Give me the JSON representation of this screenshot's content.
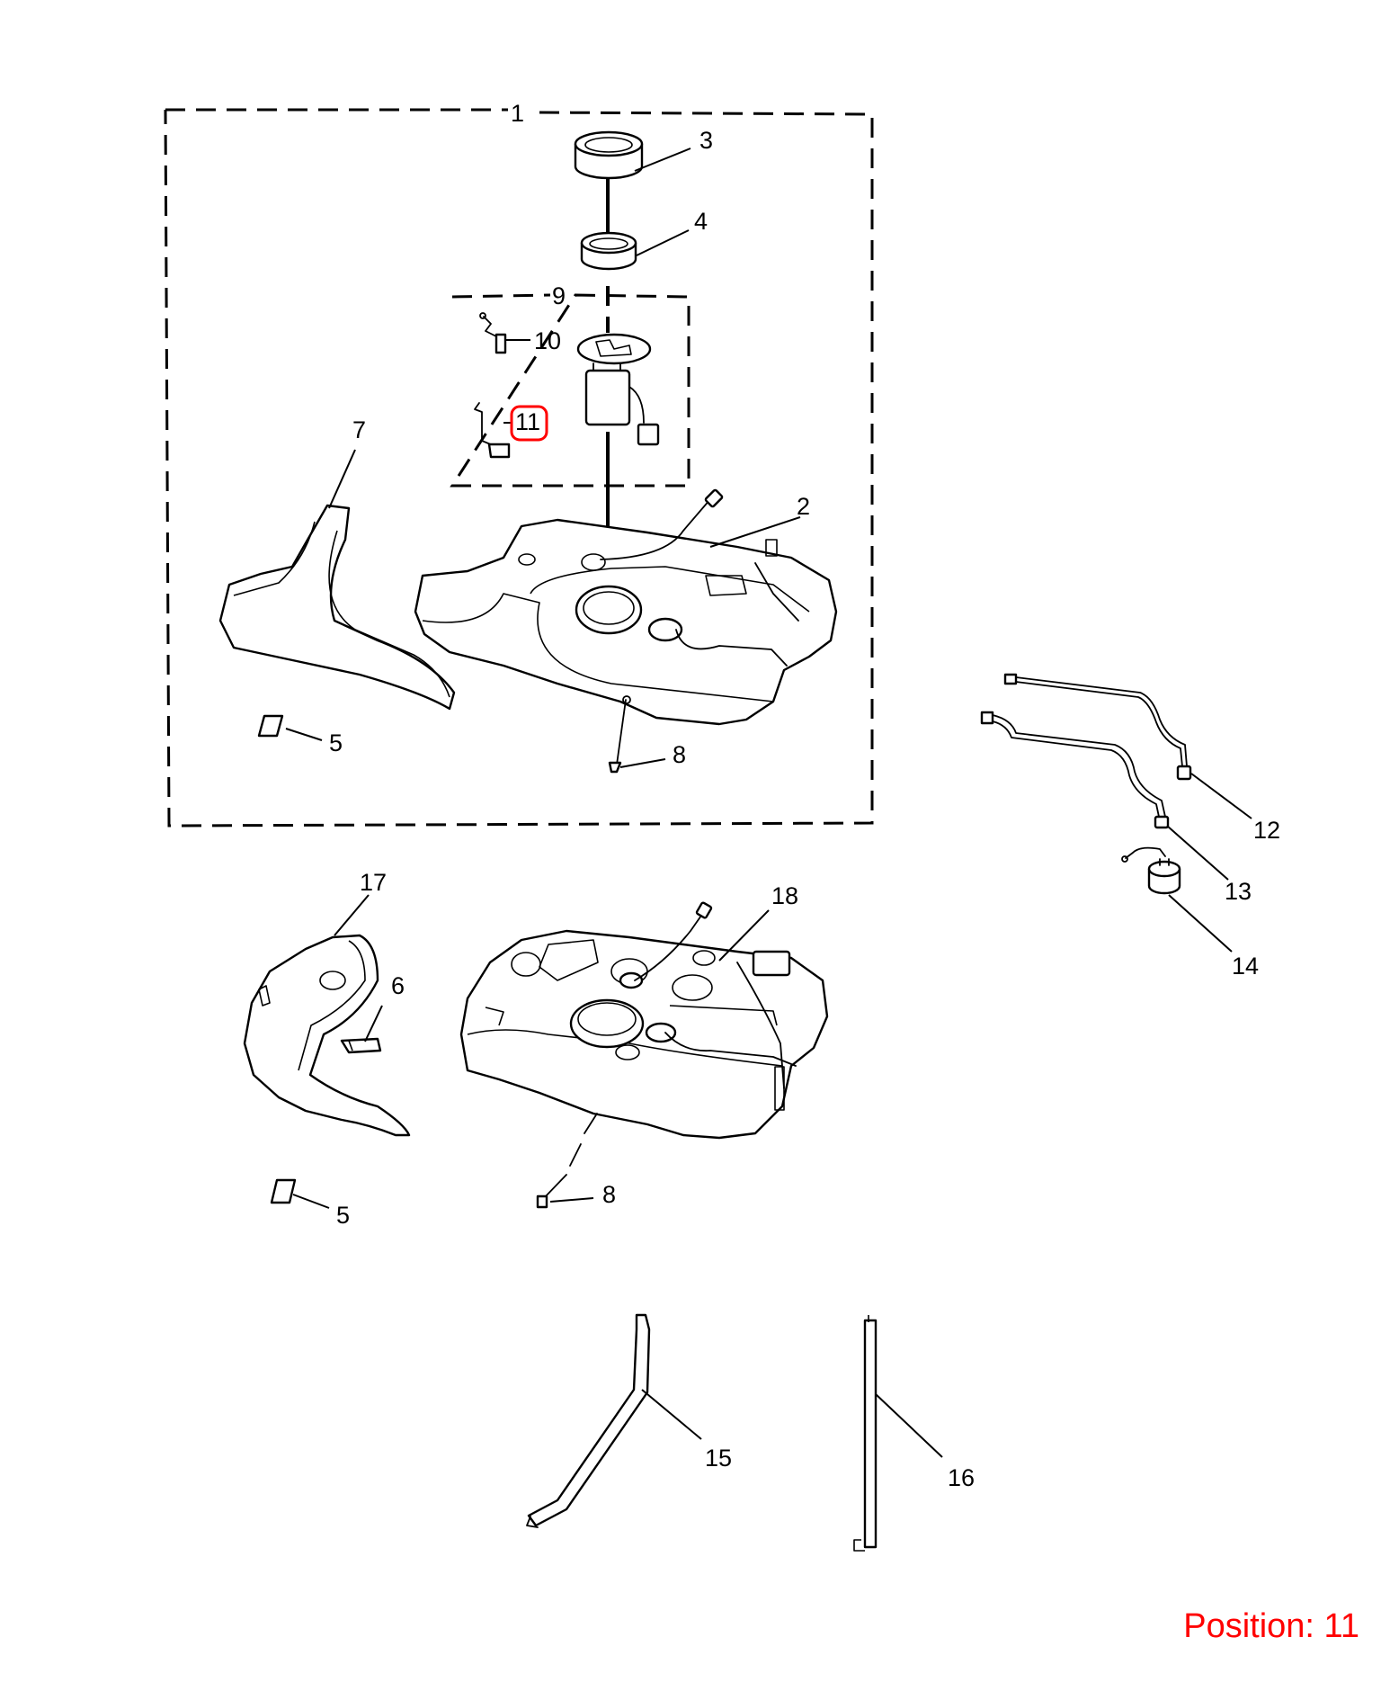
{
  "callouts": [
    {
      "id": "label-1",
      "text": "1"
    },
    {
      "id": "label-2",
      "text": "2"
    },
    {
      "id": "label-3",
      "text": "3"
    },
    {
      "id": "label-4",
      "text": "4"
    },
    {
      "id": "label-5a",
      "text": "5"
    },
    {
      "id": "label-5b",
      "text": "5"
    },
    {
      "id": "label-6",
      "text": "6"
    },
    {
      "id": "label-7",
      "text": "7"
    },
    {
      "id": "label-8a",
      "text": "8"
    },
    {
      "id": "label-8b",
      "text": "8"
    },
    {
      "id": "label-9",
      "text": "9"
    },
    {
      "id": "label-10",
      "text": "10"
    },
    {
      "id": "label-11",
      "text": "11"
    },
    {
      "id": "label-12",
      "text": "12"
    },
    {
      "id": "label-13",
      "text": "13"
    },
    {
      "id": "label-14",
      "text": "14"
    },
    {
      "id": "label-15",
      "text": "15"
    },
    {
      "id": "label-16",
      "text": "16"
    },
    {
      "id": "label-17",
      "text": "17"
    },
    {
      "id": "label-18",
      "text": "18"
    }
  ],
  "highlighted_callout": "11",
  "position_label": "Position: 11",
  "colors": {
    "line": "#000000",
    "highlight": "#ff0000",
    "background": "#ffffff"
  }
}
